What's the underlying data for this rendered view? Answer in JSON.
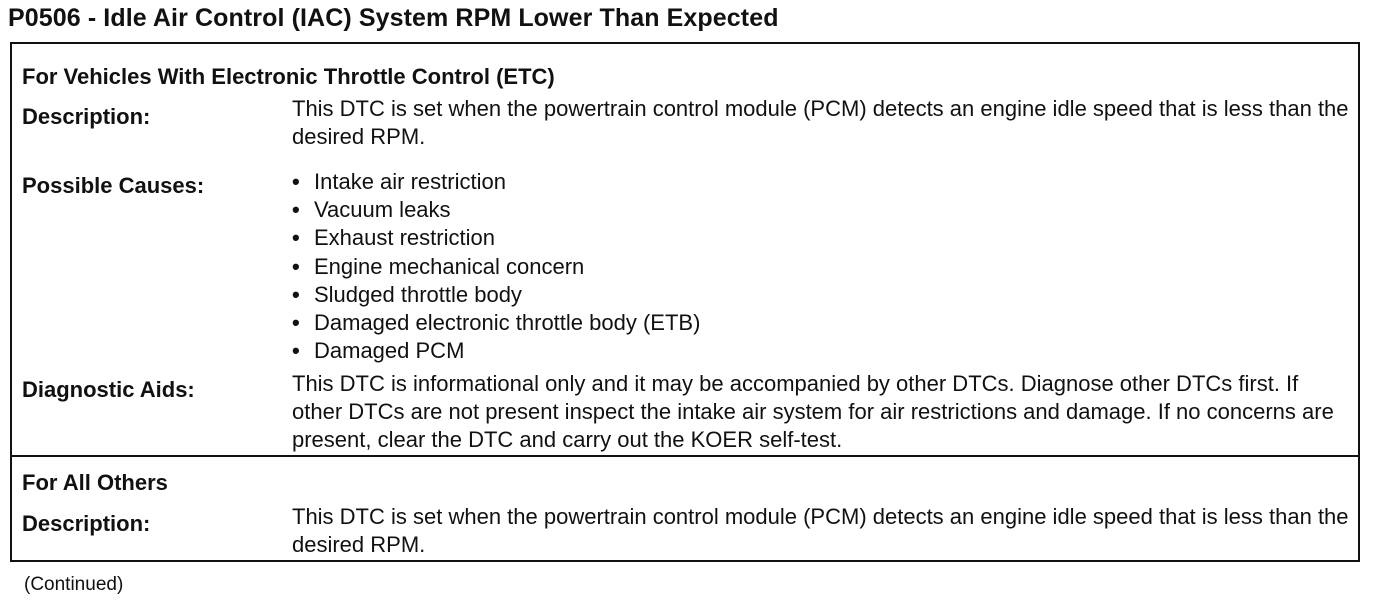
{
  "document": {
    "title": "P0506 - Idle Air Control (IAC) System RPM Lower Than Expected",
    "sections": [
      {
        "heading": "For Vehicles With Electronic Throttle Control (ETC)",
        "description_label": "Description:",
        "description_text": "This DTC is set when the powertrain control module (PCM) detects an engine idle speed that is less than the desired RPM.",
        "causes_label": "Possible Causes:",
        "causes": [
          "Intake air restriction",
          "Vacuum leaks",
          "Exhaust restriction",
          "Engine mechanical concern",
          "Sludged throttle body",
          "Damaged electronic throttle body (ETB)",
          "Damaged PCM"
        ],
        "aids_label": "Diagnostic Aids:",
        "aids_text": "This DTC is informational only and it may be accompanied by other DTCs. Diagnose other DTCs first. If other DTCs are not present inspect the intake air system for air restrictions and damage. If no concerns are present, clear the DTC and carry out the KOER self-test."
      },
      {
        "heading": "For All Others",
        "description_label": "Description:",
        "description_text": "This DTC is set when the powertrain control module (PCM) detects an engine idle speed that is less than the desired RPM."
      }
    ],
    "footer": "(Continued)",
    "bullet": "•"
  }
}
